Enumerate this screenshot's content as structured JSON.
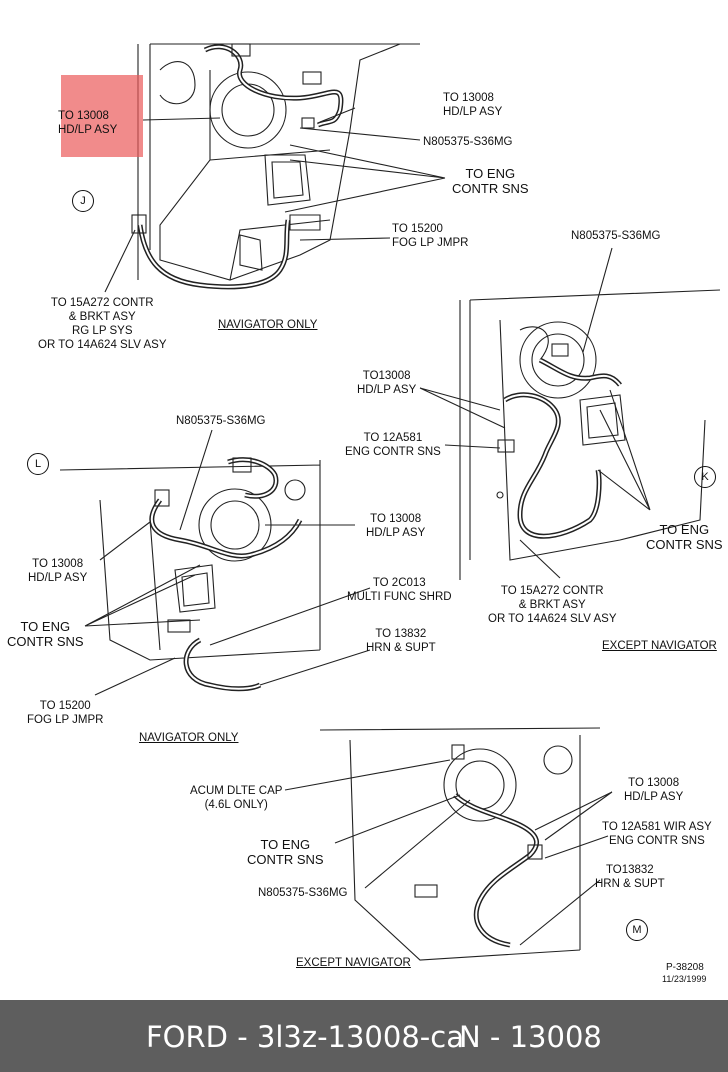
{
  "views": {
    "j": {
      "marker": "J",
      "caption": "NAVIGATOR ONLY",
      "hd_lp_highlighted": "TO 13008\nHD/LP ASY",
      "hd_lp_right": "TO 13008\nHD/LP ASY",
      "fastener": "N805375-S36MG",
      "eng_contr": "TO ENG\nCONTR SNS",
      "fog_lp": "TO 15200\nFOG LP JMPR",
      "contr_brkt": "TO 15A272 CONTR\n& BRKT ASY\nRG LP SYS\nOR TO 14A624 SLV ASY"
    },
    "k": {
      "marker": "K",
      "caption": "EXCEPT NAVIGATOR",
      "fastener": "N805375-S36MG",
      "hd_lp": "TO13008\nHD/LP ASY",
      "eng_contr_sns": "TO 12A581\nENG CONTR SNS",
      "eng_contr": "TO ENG\nCONTR SNS",
      "contr_brkt": "TO 15A272 CONTR\n& BRKT ASY\nOR TO 14A624 SLV ASY"
    },
    "l": {
      "marker": "L",
      "caption": "NAVIGATOR ONLY",
      "fastener": "N805375-S36MG",
      "hd_lp_left": "TO 13008\nHD/LP ASY",
      "hd_lp_right": "TO 13008\nHD/LP ASY",
      "eng_contr": "TO ENG\nCONTR SNS",
      "multi_func": "TO 2C013\nMULTI FUNC SHRD",
      "hrn_supt": "TO 13832\nHRN & SUPT",
      "fog_lp": "TO 15200\nFOG LP JMPR"
    },
    "m": {
      "marker": "M",
      "caption": "EXCEPT NAVIGATOR",
      "acum": "ACUM DLTE CAP\n(4.6L ONLY)",
      "eng_contr": "TO ENG\nCONTR SNS",
      "fastener": "N805375-S36MG",
      "hd_lp": "TO 13008\nHD/LP ASY",
      "wir_asy": "TO 12A581 WIR ASY\nENG CONTR SNS",
      "hrn_supt": "TO13832\nHRN & SUPT"
    }
  },
  "reference": {
    "number": "P-38208",
    "date": "11/23/1999"
  },
  "footer": {
    "part": "FORD - 3l3z-13008-ca",
    "number": "N - 13008"
  }
}
